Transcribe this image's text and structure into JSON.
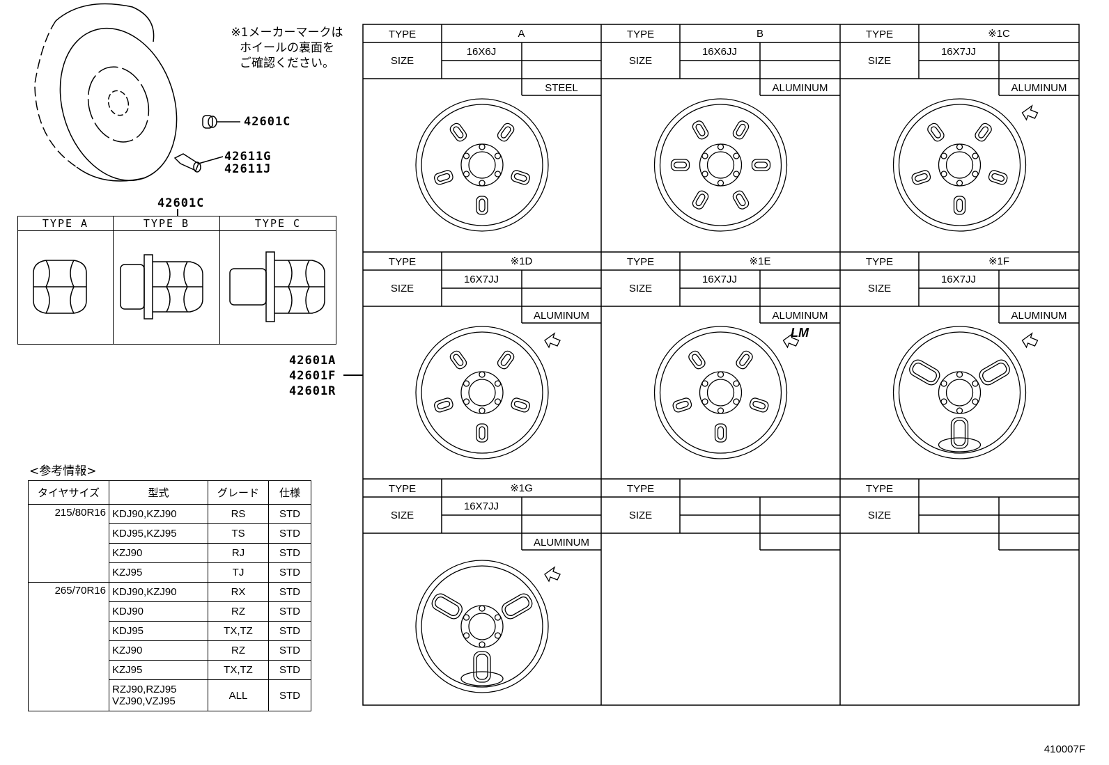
{
  "note": [
    "※1メーカーマークは",
    "ホイールの裏面を",
    "ご確認ください。"
  ],
  "parts": {
    "valve_cap": "42601C",
    "valve_1": "42611G",
    "valve_2": "42611J",
    "nut_group": "42601C",
    "wheel_1": "42601A",
    "wheel_2": "42601F",
    "wheel_3": "42601R"
  },
  "nut_types": [
    "TYPE  A",
    "TYPE  B",
    "TYPE  C"
  ],
  "grid": {
    "type_label": "TYPE",
    "size_label": "SIZE",
    "cells": [
      {
        "type": "A",
        "size": "16X6J",
        "material": "STEEL"
      },
      {
        "type": "B",
        "size": "16X6JJ",
        "material": "ALUMINUM"
      },
      {
        "type": "※1C",
        "size": "16X7JJ",
        "material": "ALUMINUM"
      },
      {
        "type": "※1D",
        "size": "16X7JJ",
        "material": "ALUMINUM"
      },
      {
        "type": "※1E",
        "size": "16X7JJ",
        "material": "ALUMINUM"
      },
      {
        "type": "※1F",
        "size": "16X7JJ",
        "material": "ALUMINUM"
      },
      {
        "type": "※1G",
        "size": "16X7JJ",
        "material": "ALUMINUM"
      },
      {
        "type": "",
        "size": "",
        "material": ""
      },
      {
        "type": "",
        "size": "",
        "material": ""
      }
    ]
  },
  "ref": {
    "title": "<参考情報>",
    "headers": [
      "タイヤサイズ",
      "型式",
      "グレード",
      "仕様"
    ],
    "groups": [
      {
        "size": "215/80R16",
        "rows": [
          [
            "KDJ90,KZJ90",
            "RS",
            "STD"
          ],
          [
            "KDJ95,KZJ95",
            "TS",
            "STD"
          ],
          [
            "KZJ90",
            "RJ",
            "STD"
          ],
          [
            "KZJ95",
            "TJ",
            "STD"
          ]
        ]
      },
      {
        "size": "265/70R16",
        "rows": [
          [
            "KDJ90,KZJ90",
            "RX",
            "STD"
          ],
          [
            "KDJ90",
            "RZ",
            "STD"
          ],
          [
            "KDJ95",
            "TX,TZ",
            "STD"
          ],
          [
            "KZJ90",
            "RZ",
            "STD"
          ],
          [
            "KZJ95",
            "TX,TZ",
            "STD"
          ],
          [
            "RZJ90,RZJ95 VZJ90,VZJ95",
            "ALL",
            "STD"
          ]
        ]
      }
    ]
  },
  "brand_marks": [
    "LM"
  ],
  "footer": "410007F"
}
